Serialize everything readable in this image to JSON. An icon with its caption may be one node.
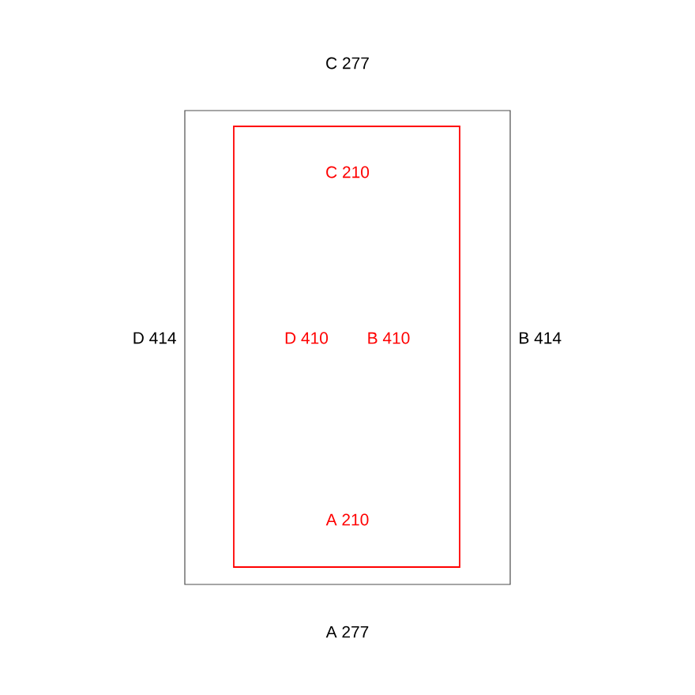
{
  "diagram": {
    "nodes": [
      {
        "text": [],
        "shape": "box",
        "beside": [
          "C 277",
          "D 414",
          "B 414",
          "A 277"
        ]
      },
      {
        "text": [
          "C 210",
          "D 410",
          "B 410",
          "A 210"
        ],
        "in": 0
      }
    ]
  }
}
